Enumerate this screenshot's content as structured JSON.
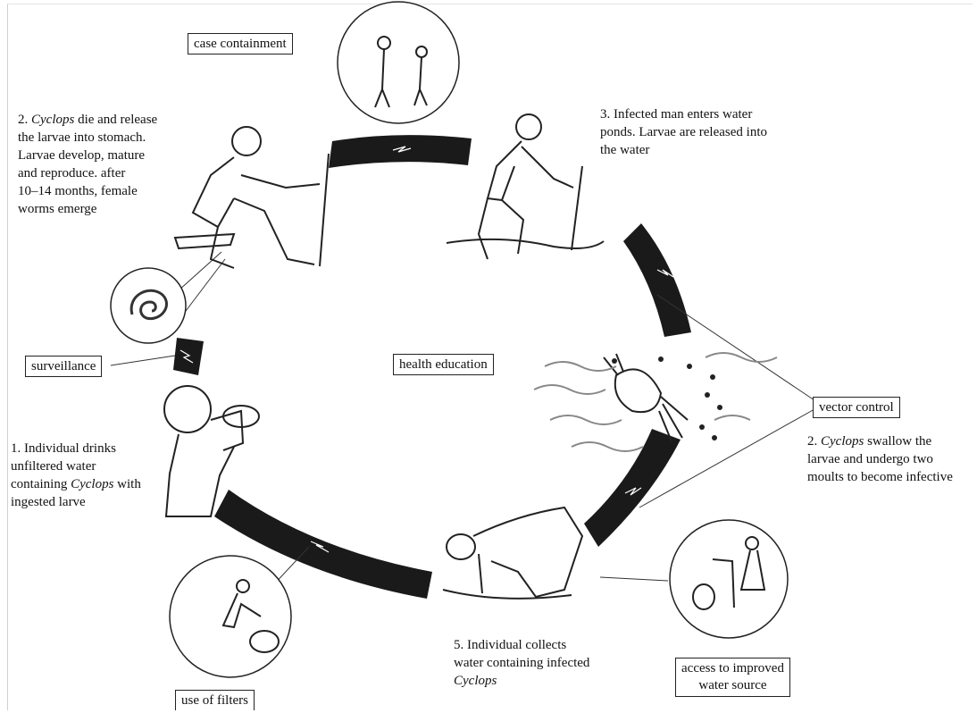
{
  "steps": {
    "s1": [
      "1. Individual drinks",
      "unfiltered water",
      "containing ",
      "Cyclops",
      " with",
      "ingested larve"
    ],
    "s2a": [
      "2. ",
      "Cyclops",
      " die and release",
      "the larvae into stomach.",
      "Larvae develop, mature",
      "and reproduce.  after",
      "10–14 months, female",
      "worms emerge"
    ],
    "s3": [
      "3. Infected man enters water",
      "ponds. Larvae are released into",
      "the water"
    ],
    "s2b": [
      "2. ",
      "Cyclops",
      " swallow the",
      "larvae and undergo two",
      "moults to become infective"
    ],
    "s5": [
      "5. Individual collects",
      "water containing infected",
      "Cyclops"
    ]
  },
  "interventions": {
    "case_containment": "case containment",
    "surveillance": "surveillance",
    "health_education": "health education",
    "vector_control": "vector control",
    "use_of_filters": "use of filters",
    "access_water": [
      "access to improved",
      "water source"
    ]
  }
}
